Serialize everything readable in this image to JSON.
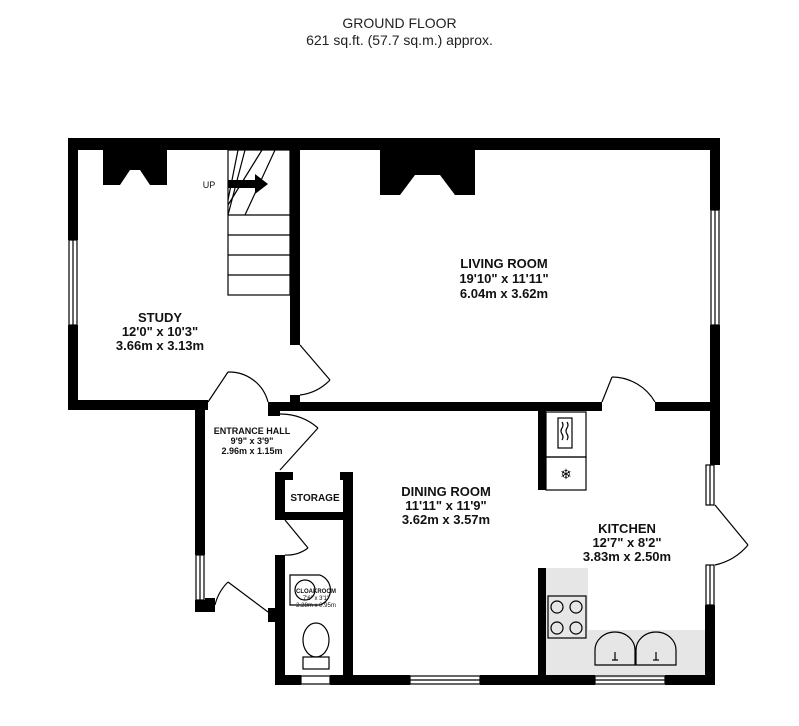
{
  "header": {
    "title": "GROUND FLOOR",
    "area": "621 sq.ft. (57.7 sq.m.) approx."
  },
  "stairs": {
    "label": "UP"
  },
  "rooms": [
    {
      "id": "study",
      "name": "STUDY",
      "imperial": "12'0\"  x 10'3\"",
      "metric": "3.66m  x 3.13m"
    },
    {
      "id": "living",
      "name": "LIVING ROOM",
      "imperial": "19'10\"  x 11'11\"",
      "metric": "6.04m  x 3.62m"
    },
    {
      "id": "entrance",
      "name": "ENTRANCE HALL",
      "imperial": "9'9\"  x 3'9\"",
      "metric": "2.96m  x 1.15m"
    },
    {
      "id": "storage",
      "name": "STORAGE"
    },
    {
      "id": "dining",
      "name": "DINING ROOM",
      "imperial": "11'11\"  x 11'9\"",
      "metric": "3.62m  x 3.57m"
    },
    {
      "id": "kitchen",
      "name": "KITCHEN",
      "imperial": "12'7\"  x 8'2\"",
      "metric": "3.83m  x 2.50m"
    },
    {
      "id": "cloakroom",
      "name": "CLOAKROOM",
      "imperial": "7'6\"  x 3'1\"",
      "metric": "2.28m  x 0.95m"
    }
  ],
  "colors": {
    "wall": "#000000",
    "worktop": "#e6e6e6"
  }
}
